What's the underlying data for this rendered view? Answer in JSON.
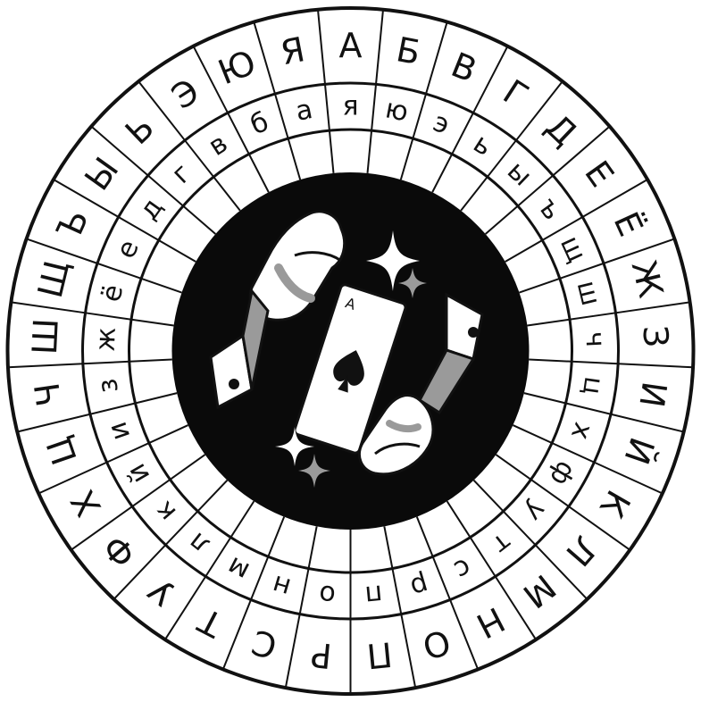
{
  "outer_ring": {
    "letters": [
      "А",
      "Б",
      "В",
      "Г",
      "Д",
      "Е",
      "Ё",
      "Ж",
      "З",
      "И",
      "Й",
      "К",
      "Л",
      "М",
      "Н",
      "О",
      "П",
      "Р",
      "С",
      "Т",
      "У",
      "Ф",
      "Х",
      "Ц",
      "Ч",
      "Ш",
      "Щ",
      "Ъ",
      "Ы",
      "Ь",
      "Э",
      "Ю",
      "Я"
    ]
  },
  "inner_ring": {
    "letters": [
      "я",
      "ю",
      "э",
      "ь",
      "ы",
      "ъ",
      "щ",
      "ш",
      "ч",
      "ц",
      "х",
      "ф",
      "у",
      "т",
      "с",
      "р",
      "п",
      "о",
      "н",
      "м",
      "л",
      "к",
      "й",
      "и",
      "з",
      "ж",
      "ё",
      "е",
      "д",
      "г",
      "в",
      "б",
      "а"
    ]
  },
  "center": {
    "image": "magician-hands-holding-ace-of-spades",
    "icons": [
      "sparkle-icon",
      "spade-icon"
    ]
  },
  "colors": {
    "ink": "#111111",
    "paper": "#ffffff",
    "disc": "#0a0a0a",
    "shade": "#9a9a9a"
  }
}
